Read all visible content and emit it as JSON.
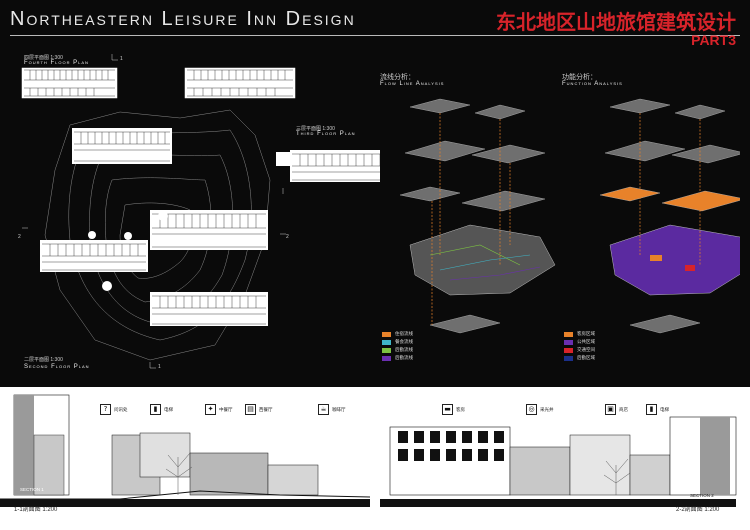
{
  "header": {
    "title_en": "Northeastern Leisure Inn Design",
    "title_cn": "东北地区山地旅馆建筑设计",
    "part": "PART3"
  },
  "plans": {
    "fourth": {
      "cn": "四层平面图 1:300",
      "en": "Fourth Floor Plan"
    },
    "third": {
      "cn": "三层平面图 1:300",
      "en": "Third Floor Plan"
    },
    "second": {
      "cn": "二层平面图 1:300",
      "en": "Second Floor Plan"
    }
  },
  "analysis": {
    "flow": {
      "cn": "流线分析：",
      "en": "Flow Line Analysis"
    },
    "function": {
      "cn": "功能分析：",
      "en": "Function Analysis"
    }
  },
  "legend_flow": [
    {
      "label": "住宿流线",
      "color": "#e8822a"
    },
    {
      "label": "餐会流线",
      "color": "#3fb6c8"
    },
    {
      "label": "后勤流线",
      "color": "#7cc242"
    },
    {
      "label": "后勤流线",
      "color": "#6a2fb0"
    }
  ],
  "legend_function": [
    {
      "label": "客房区域",
      "color": "#e8822a"
    },
    {
      "label": "公共区域",
      "color": "#6a2fb0"
    },
    {
      "label": "交通空间",
      "color": "#d8232a"
    },
    {
      "label": "后勤区域",
      "color": "#1a2f8a"
    }
  ],
  "sections": {
    "left": {
      "title": "1-1剖面图 1:200",
      "tag": "SECTION 1"
    },
    "right": {
      "title": "2-2剖面图 1:200",
      "tag": "SECTION 2"
    },
    "poi": [
      {
        "icon": "?",
        "label": "问讯处"
      },
      {
        "icon": "▮",
        "label": "电梯"
      },
      {
        "icon": "✦",
        "label": "中餐厅"
      },
      {
        "icon": "▤",
        "label": "西餐厅"
      },
      {
        "icon": "☕",
        "label": "咖啡厅"
      },
      {
        "icon": "▬",
        "label": "客房"
      },
      {
        "icon": "◎",
        "label": "采光井"
      },
      {
        "icon": "▣",
        "label": "商店"
      },
      {
        "icon": "▮",
        "label": "电梯"
      }
    ]
  },
  "markers": {
    "one": "1",
    "two": "2"
  }
}
